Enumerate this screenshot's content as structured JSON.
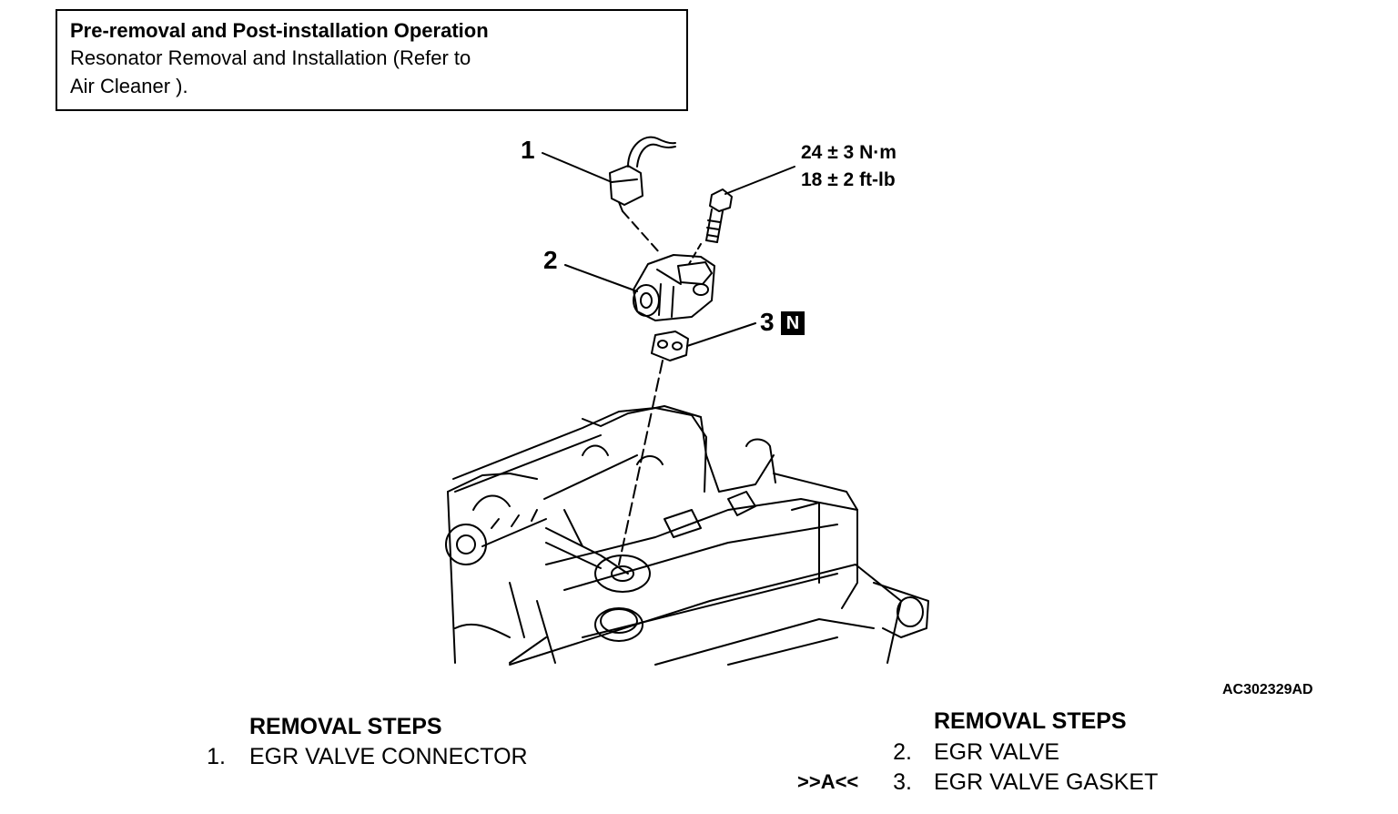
{
  "note": {
    "title": "Pre-removal and Post-installation Operation",
    "line1": "Resonator Removal and Installation (Refer to",
    "line2": "Air Cleaner )."
  },
  "callouts": {
    "c1": "1",
    "c2": "2",
    "c3": "3",
    "c3_badge": "N"
  },
  "torque": {
    "metric": "24 ± 3 N·m",
    "imperial": "18 ± 2 ft-lb"
  },
  "figure_id": "AC302329AD",
  "steps_left": {
    "heading": "REMOVAL STEPS",
    "items": [
      {
        "num": "1.",
        "label": "EGR VALVE CONNECTOR"
      }
    ]
  },
  "steps_right": {
    "heading": "REMOVAL STEPS",
    "items": [
      {
        "num": "2.",
        "label": "EGR VALVE",
        "marker": ""
      },
      {
        "num": "3.",
        "label": "EGR VALVE GASKET",
        "marker": ">>A<<"
      }
    ]
  }
}
